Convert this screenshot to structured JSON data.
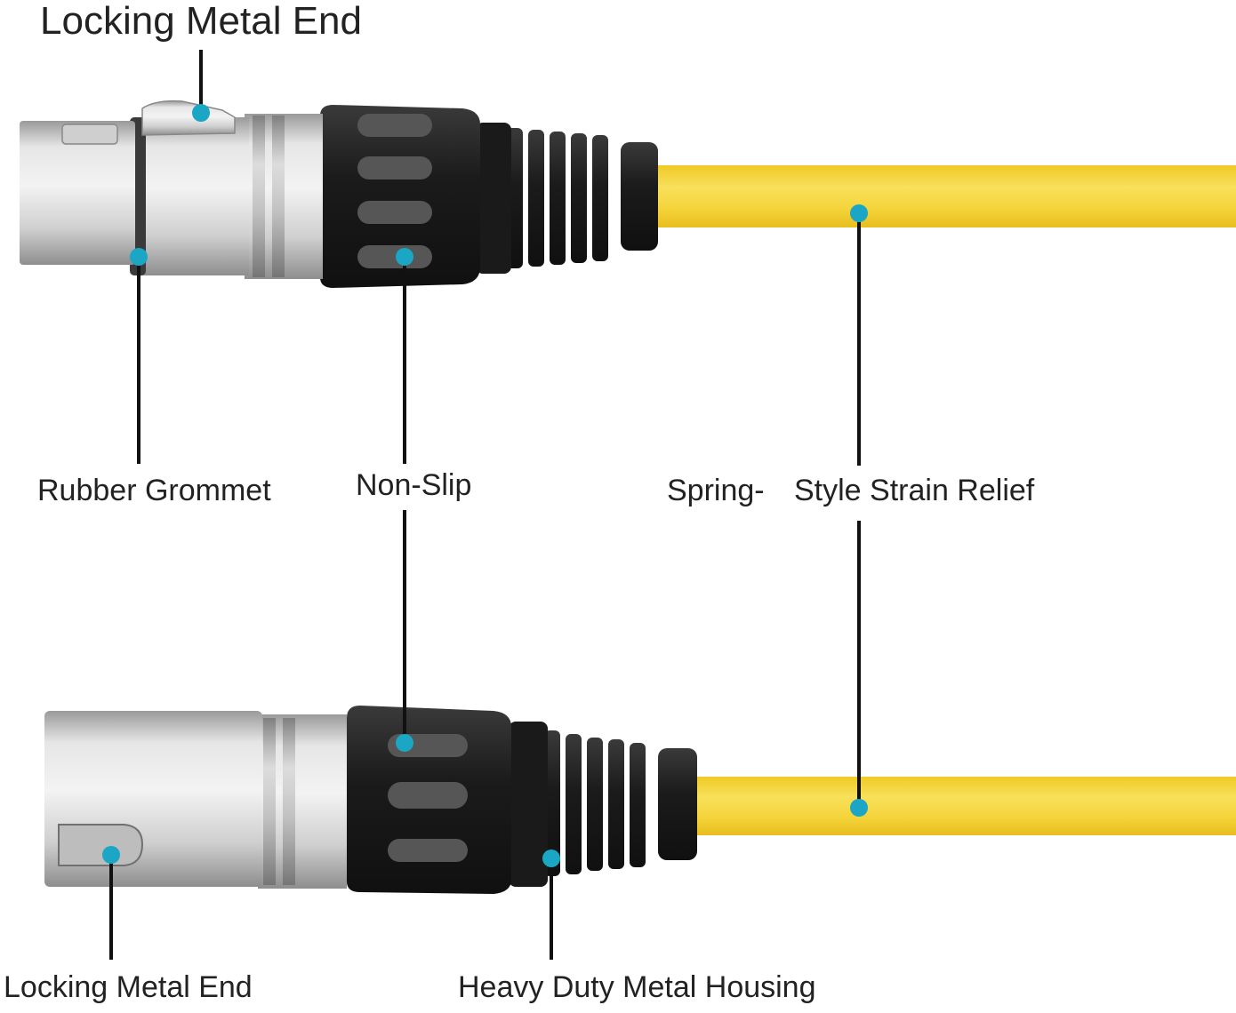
{
  "labels": {
    "top_locking_metal_end": "Locking Metal End",
    "rubber_grommet": "Rubber Grommet",
    "non_slip": "Non-Slip",
    "spring_prefix": "Spring-",
    "style_strain_relief": "Style Strain Relief",
    "bottom_locking_metal_end": "Locking Metal End",
    "heavy_duty_metal_housing": "Heavy Duty Metal Housing"
  },
  "colors": {
    "cable": "#f2d33c",
    "metal": "#c9c9c9",
    "boot": "#1e1e1e",
    "callout_dot": "#1aa6c4",
    "leader_line": "#111111"
  },
  "icons": {
    "female_connector": "xlr-female-connector",
    "male_connector": "xlr-male-connector"
  }
}
